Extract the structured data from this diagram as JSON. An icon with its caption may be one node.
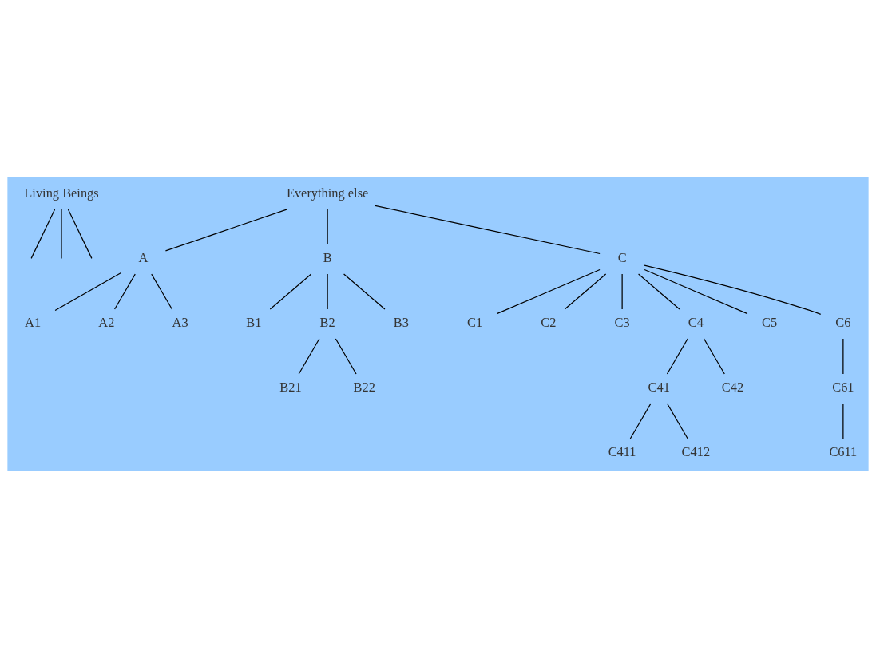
{
  "diagram": {
    "nodes": [
      {
        "text": [
          "Living Beings"
        ]
      },
      {
        "text": [
          "Everything else"
        ]
      },
      {
        "text": [
          "A"
        ]
      },
      {
        "text": [
          "B"
        ]
      },
      {
        "text": [
          "C"
        ]
      },
      {
        "text": [
          "A1"
        ]
      },
      {
        "text": [
          "A2"
        ]
      },
      {
        "text": [
          "A3"
        ]
      },
      {
        "text": [
          "B1"
        ]
      },
      {
        "text": [
          "B2"
        ]
      },
      {
        "text": [
          "B3"
        ]
      },
      {
        "text": [
          "C1"
        ]
      },
      {
        "text": [
          "C2"
        ]
      },
      {
        "text": [
          "C3"
        ]
      },
      {
        "text": [
          "C4"
        ]
      },
      {
        "text": [
          "C5"
        ]
      },
      {
        "text": [
          "C6"
        ]
      },
      {
        "text": [
          "B21"
        ]
      },
      {
        "text": [
          "B22"
        ]
      },
      {
        "text": [
          "C41"
        ]
      },
      {
        "text": [
          "C42"
        ]
      },
      {
        "text": [
          "C61"
        ]
      },
      {
        "text": [
          "C411"
        ]
      },
      {
        "text": [
          "C412"
        ]
      },
      {
        "text": [
          "C611"
        ]
      }
    ],
    "edges": [
      {
        "from": 0,
        "to": null,
        "arrow": "none"
      },
      {
        "from": 0,
        "to": null,
        "arrow": "none"
      },
      {
        "from": 0,
        "to": null,
        "arrow": "none"
      },
      {
        "from": 1,
        "to": 2,
        "arrow": "none"
      },
      {
        "from": 1,
        "to": 3,
        "arrow": "none"
      },
      {
        "from": 1,
        "to": 4,
        "arrow": "none"
      },
      {
        "from": 2,
        "to": 5,
        "arrow": "none"
      },
      {
        "from": 2,
        "to": 6,
        "arrow": "none"
      },
      {
        "from": 2,
        "to": 7,
        "arrow": "none"
      },
      {
        "from": 3,
        "to": 8,
        "arrow": "none"
      },
      {
        "from": 3,
        "to": 9,
        "arrow": "none"
      },
      {
        "from": 3,
        "to": 10,
        "arrow": "none"
      },
      {
        "from": 4,
        "to": 11,
        "arrow": "none"
      },
      {
        "from": 4,
        "to": 12,
        "arrow": "none"
      },
      {
        "from": 4,
        "to": 13,
        "arrow": "none"
      },
      {
        "from": 4,
        "to": 14,
        "arrow": "none"
      },
      {
        "from": 4,
        "to": 15,
        "arrow": "none"
      },
      {
        "from": 4,
        "to": 16,
        "arrow": "none"
      },
      {
        "from": 9,
        "to": 17,
        "arrow": "none"
      },
      {
        "from": 9,
        "to": 18,
        "arrow": "none"
      },
      {
        "from": 14,
        "to": 19,
        "arrow": "none"
      },
      {
        "from": 14,
        "to": 20,
        "arrow": "none"
      },
      {
        "from": 16,
        "to": 21,
        "arrow": "none"
      },
      {
        "from": 19,
        "to": 22,
        "arrow": "none"
      },
      {
        "from": 19,
        "to": 23,
        "arrow": "none"
      },
      {
        "from": 21,
        "to": 24,
        "arrow": "none"
      }
    ]
  }
}
